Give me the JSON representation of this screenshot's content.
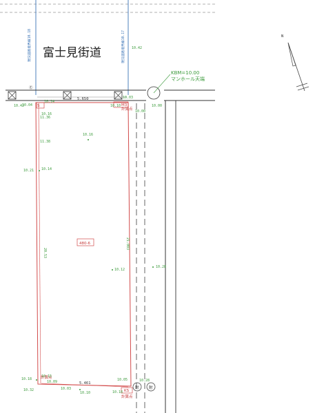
{
  "road_name": "富士見街道",
  "lot_number": "480-6",
  "north_label": "N",
  "manhole_note_1": "KBM=10.00",
  "manhole_note_2": "マンホール天端",
  "dim_top": "5.650",
  "dim_bottom": "5.461",
  "dim_left": "20.53",
  "dim_right": "21.003",
  "dim_left_blue": "現況道路境界線10.18",
  "dim_right_blue": "現況道路境界線10.17",
  "boundary_marker_label": "計算点",
  "marker_m3": "M3",
  "marker_s": "S",
  "marker_ks": "KS",
  "marker_ms": "MS",
  "marker_k": "K",
  "symbol_ball": "Ⓔ",
  "boundary_circle": "附",
  "elev": {
    "e1": "10.42",
    "e2": "10.14",
    "e3": "10.03",
    "e4": "10.04",
    "e5": "10.00",
    "e6": "11.36",
    "e7": "11.38",
    "e8": "10.14",
    "e9": "10.16",
    "e10": "10.10",
    "e11": "10.12",
    "e12": "10.28",
    "e13": "10.16",
    "e14": "10.18",
    "e15": "10.05",
    "e16": "10.28",
    "e17": "10.03",
    "e18": "10.10",
    "e19": "10.15",
    "e20": "10.18",
    "e21": "10.32",
    "e22": "10.42",
    "e23": "10.00",
    "e24": "10.21",
    "e25": "10.09"
  },
  "colors": {
    "boundary_red": "#d24a4a",
    "measure_blue": "#3b74b6",
    "elev_green": "#3a9a3a",
    "line_black": "#444444"
  }
}
